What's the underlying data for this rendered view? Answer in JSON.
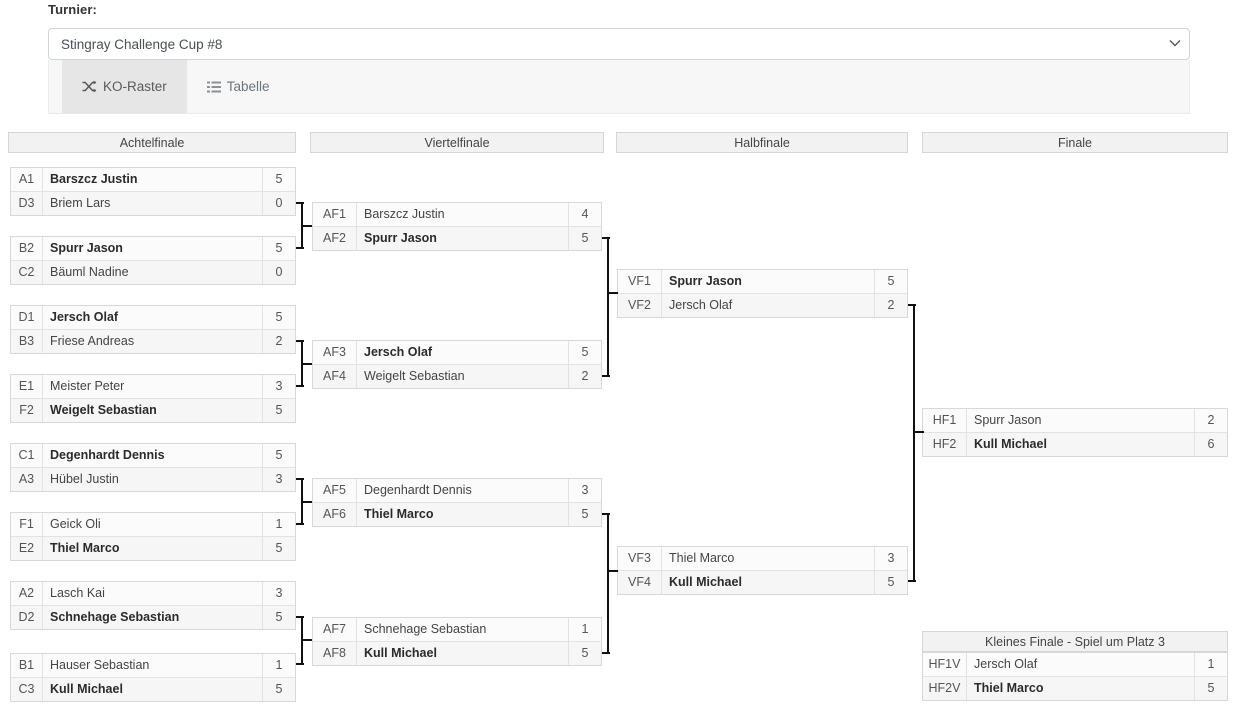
{
  "form": {
    "label": "Turnier:",
    "selected_tournament": "Stingray Challenge Cup #8",
    "caret_icon": "chevron-down-icon"
  },
  "tabs": [
    {
      "label": "KO-Raster",
      "icon": "shuffle-icon",
      "active": true
    },
    {
      "label": "Tabelle",
      "icon": "list-icon",
      "active": false
    }
  ],
  "rounds": [
    {
      "title": "Achtelfinale"
    },
    {
      "title": "Viertelfinale"
    },
    {
      "title": "Halbfinale"
    },
    {
      "title": "Finale"
    }
  ],
  "third_place": {
    "title": "Kleines Finale - Spiel um Platz 3"
  },
  "bracket": {
    "achtelfinale": [
      {
        "rows": [
          {
            "seed": "A1",
            "name": "Barszcz Justin",
            "score": "5",
            "winner": true
          },
          {
            "seed": "D3",
            "name": "Briem Lars",
            "score": "0",
            "winner": false
          }
        ]
      },
      {
        "rows": [
          {
            "seed": "B2",
            "name": "Spurr Jason",
            "score": "5",
            "winner": true
          },
          {
            "seed": "C2",
            "name": "Bäuml Nadine",
            "score": "0",
            "winner": false
          }
        ]
      },
      {
        "rows": [
          {
            "seed": "D1",
            "name": "Jersch Olaf",
            "score": "5",
            "winner": true
          },
          {
            "seed": "B3",
            "name": "Friese Andreas",
            "score": "2",
            "winner": false
          }
        ]
      },
      {
        "rows": [
          {
            "seed": "E1",
            "name": "Meister Peter",
            "score": "3",
            "winner": false
          },
          {
            "seed": "F2",
            "name": "Weigelt Sebastian",
            "score": "5",
            "winner": true
          }
        ]
      },
      {
        "rows": [
          {
            "seed": "C1",
            "name": "Degenhardt Dennis",
            "score": "5",
            "winner": true
          },
          {
            "seed": "A3",
            "name": "Hübel Justin",
            "score": "3",
            "winner": false
          }
        ]
      },
      {
        "rows": [
          {
            "seed": "F1",
            "name": "Geick Oli",
            "score": "1",
            "winner": false
          },
          {
            "seed": "E2",
            "name": "Thiel Marco",
            "score": "5",
            "winner": true
          }
        ]
      },
      {
        "rows": [
          {
            "seed": "A2",
            "name": "Lasch Kai",
            "score": "3",
            "winner": false
          },
          {
            "seed": "D2",
            "name": "Schnehage Sebastian",
            "score": "5",
            "winner": true
          }
        ]
      },
      {
        "rows": [
          {
            "seed": "B1",
            "name": "Hauser Sebastian",
            "score": "1",
            "winner": false
          },
          {
            "seed": "C3",
            "name": "Kull Michael",
            "score": "5",
            "winner": true
          }
        ]
      }
    ],
    "viertelfinale": [
      {
        "rows": [
          {
            "seed": "AF1",
            "name": "Barszcz Justin",
            "score": "4",
            "winner": false
          },
          {
            "seed": "AF2",
            "name": "Spurr Jason",
            "score": "5",
            "winner": true
          }
        ]
      },
      {
        "rows": [
          {
            "seed": "AF3",
            "name": "Jersch Olaf",
            "score": "5",
            "winner": true
          },
          {
            "seed": "AF4",
            "name": "Weigelt Sebastian",
            "score": "2",
            "winner": false
          }
        ]
      },
      {
        "rows": [
          {
            "seed": "AF5",
            "name": "Degenhardt Dennis",
            "score": "3",
            "winner": false
          },
          {
            "seed": "AF6",
            "name": "Thiel Marco",
            "score": "5",
            "winner": true
          }
        ]
      },
      {
        "rows": [
          {
            "seed": "AF7",
            "name": "Schnehage Sebastian",
            "score": "1",
            "winner": false
          },
          {
            "seed": "AF8",
            "name": "Kull Michael",
            "score": "5",
            "winner": true
          }
        ]
      }
    ],
    "halbfinale": [
      {
        "rows": [
          {
            "seed": "VF1",
            "name": "Spurr Jason",
            "score": "5",
            "winner": true
          },
          {
            "seed": "VF2",
            "name": "Jersch Olaf",
            "score": "2",
            "winner": false
          }
        ]
      },
      {
        "rows": [
          {
            "seed": "VF3",
            "name": "Thiel Marco",
            "score": "3",
            "winner": false
          },
          {
            "seed": "VF4",
            "name": "Kull Michael",
            "score": "5",
            "winner": true
          }
        ]
      }
    ],
    "finale": [
      {
        "rows": [
          {
            "seed": "HF1",
            "name": "Spurr Jason",
            "score": "2",
            "winner": false
          },
          {
            "seed": "HF2",
            "name": "Kull Michael",
            "score": "6",
            "winner": true
          }
        ]
      }
    ],
    "kleines_finale": [
      {
        "rows": [
          {
            "seed": "HF1V",
            "name": "Jersch Olaf",
            "score": "1",
            "winner": false
          },
          {
            "seed": "HF2V",
            "name": "Thiel Marco",
            "score": "5",
            "winner": true
          }
        ]
      }
    ]
  },
  "colors": {
    "connector": "#111111",
    "header_bg": "#f2f2f2",
    "border": "#d8d8d8",
    "active_tab_bg": "#e6e6e6"
  }
}
